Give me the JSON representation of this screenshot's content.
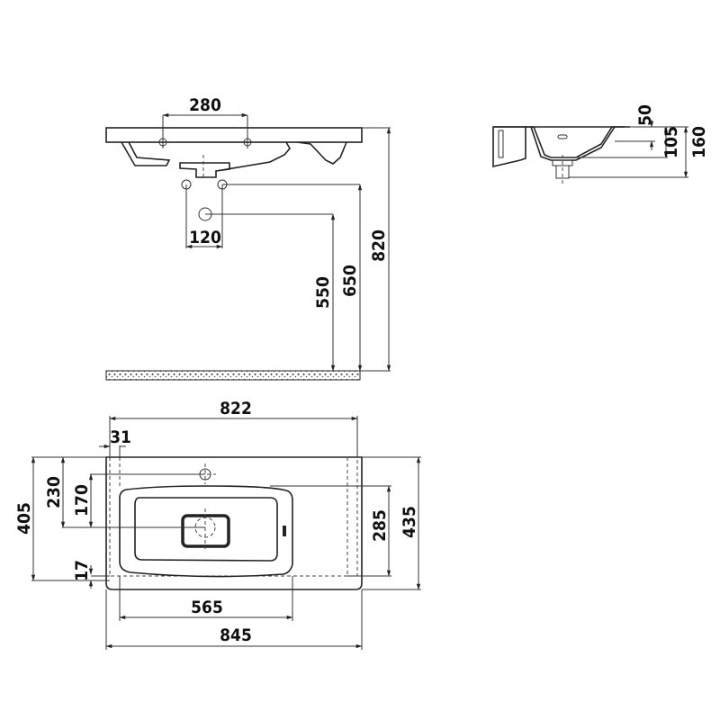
{
  "front_view": {
    "dims": {
      "faucet_spacing": "280",
      "pipe_spacing": "120",
      "drain_height": "550",
      "pipe_height": "650",
      "total_height": "820"
    }
  },
  "side_view": {
    "dims": {
      "overflow": "50",
      "bowl_depth": "105",
      "total_depth": "160"
    }
  },
  "top_view": {
    "dims": {
      "inner_width": "822",
      "edge_offset": "31",
      "outer_width": "845",
      "basin_width": "565",
      "depth_inner": "405",
      "drain_offset": "230",
      "tap_to_drain": "170",
      "front_lip": "17",
      "basin_depth": "285",
      "depth_outer": "435"
    }
  },
  "colors": {
    "line": "#222222",
    "background": "#ffffff"
  }
}
